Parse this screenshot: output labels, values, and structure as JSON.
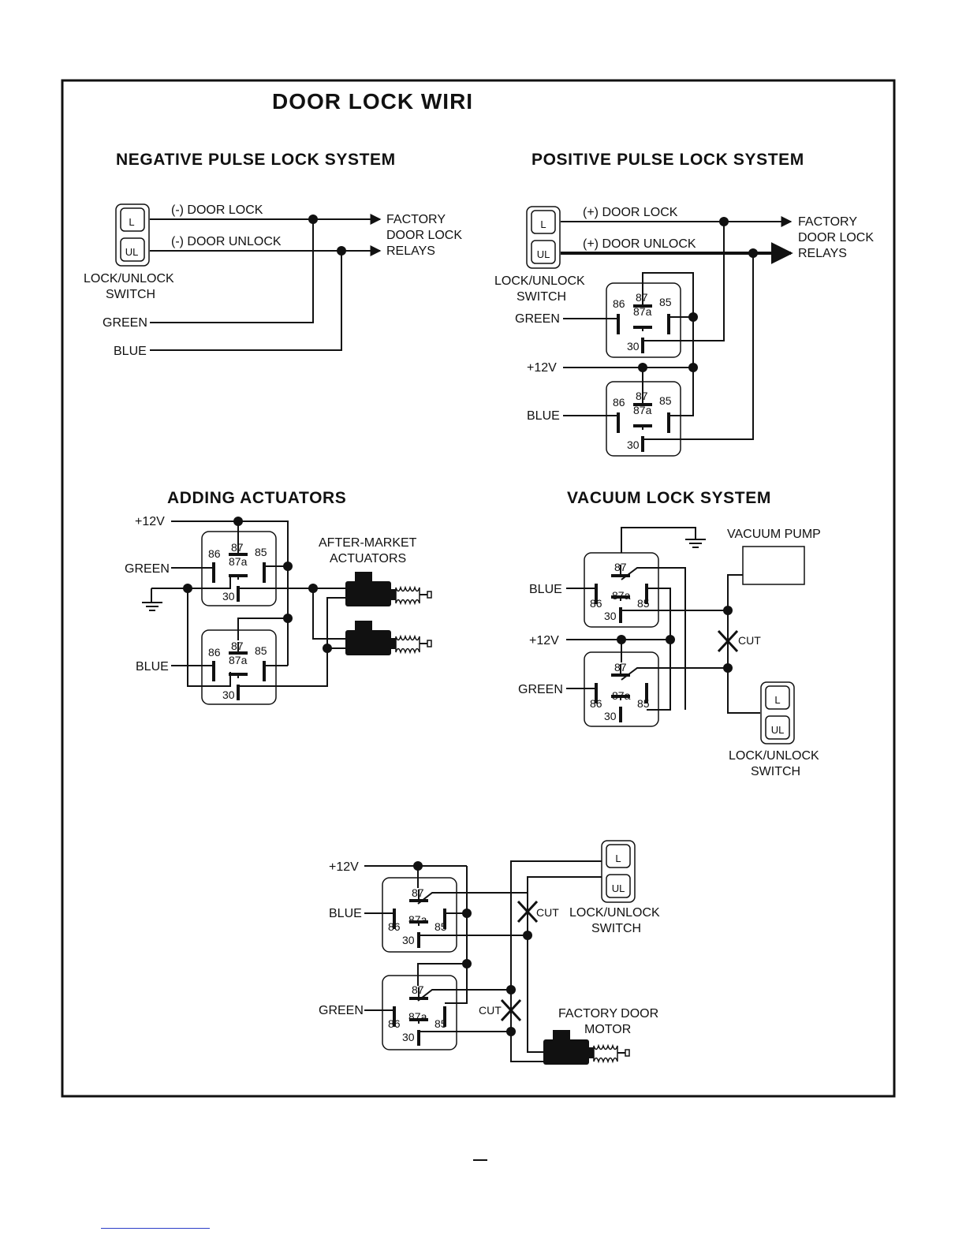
{
  "page": {
    "title": "DOOR LOCK WIRI"
  },
  "sections": {
    "negative": {
      "title": "NEGATIVE PULSE LOCK SYSTEM",
      "switch_lock": "L",
      "switch_unlock": "UL",
      "switch_label_1": "LOCK/UNLOCK",
      "switch_label_2": "SWITCH",
      "wire_lock": "(-) DOOR LOCK",
      "wire_unlock": "(-) DOOR UNLOCK",
      "dest_1": "FACTORY",
      "dest_2": "DOOR LOCK",
      "dest_3": "RELAYS",
      "green": "GREEN",
      "blue": "BLUE"
    },
    "positive": {
      "title": "POSITIVE PULSE LOCK SYSTEM",
      "switch_lock": "L",
      "switch_unlock": "UL",
      "switch_label_1": "LOCK/UNLOCK",
      "switch_label_2": "SWITCH",
      "wire_lock": "(+) DOOR LOCK",
      "wire_unlock": "(+) DOOR UNLOCK",
      "dest_1": "FACTORY",
      "dest_2": "DOOR LOCK",
      "dest_3": "RELAYS",
      "green": "GREEN",
      "power": "+12V",
      "blue": "BLUE"
    },
    "actuators": {
      "title": "ADDING ACTUATORS",
      "power": "+12V",
      "green": "GREEN",
      "blue": "BLUE",
      "aftermarket_1": "AFTER-MARKET",
      "aftermarket_2": "ACTUATORS"
    },
    "vacuum": {
      "title": "VACUUM LOCK SYSTEM",
      "pump": "VACUUM PUMP",
      "blue": "BLUE",
      "power": "+12V",
      "green": "GREEN",
      "cut": "CUT",
      "switch_lock": "L",
      "switch_unlock": "UL",
      "switch_label_1": "LOCK/UNLOCK",
      "switch_label_2": "SWITCH"
    },
    "motor": {
      "power": "+12V",
      "blue": "BLUE",
      "green": "GREEN",
      "cut": "CUT",
      "switch_lock": "L",
      "switch_unlock": "UL",
      "switch_label_1": "LOCK/UNLOCK",
      "switch_label_2": "SWITCH",
      "motor_1": "FACTORY DOOR",
      "motor_2": "MOTOR"
    }
  },
  "relay_pins": {
    "p86": "86",
    "p87": "87",
    "p87a": "87a",
    "p85": "85",
    "p30": "30"
  }
}
